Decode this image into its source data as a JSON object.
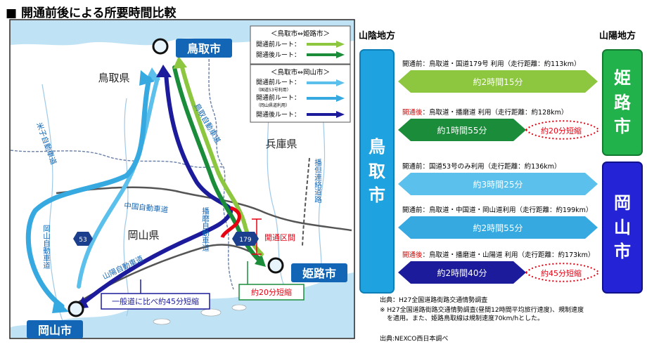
{
  "title": "■ 開通前後による所要時間比較",
  "map": {
    "city_tottori": "鳥取市",
    "city_himeji": "姫路市",
    "city_okayama": "岡山市",
    "pref_tottori": "鳥取県",
    "pref_hyogo": "兵庫県",
    "pref_okayama": "岡山県",
    "road_yonago": "米子自動車道",
    "road_okayama": "岡山自動車道",
    "road_chugoku": "中国自動車道",
    "road_sanyo": "山陽自動車道",
    "road_tottori": "鳥取自動車道",
    "road_harima": "播磨自動車道",
    "road_bantan": "播但連絡道路",
    "route_53": "53",
    "route_179": "179",
    "opening_section": "開通区間",
    "callout_himeji": "約20分短縮",
    "callout_okayama": "一般道に比べ約45分短縮"
  },
  "legend": {
    "header_himeji": "＜鳥取市⇔姫路市＞",
    "before": "開通前ルート：",
    "after": "開通後ルート：",
    "header_okayama": "＜鳥取市⇔岡山市＞",
    "note_r53": "（国道53号利用）",
    "note_expwy": "（岡山県道利用）"
  },
  "comparison": {
    "region_left": "山陰地方",
    "region_right": "山陽地方",
    "city_left": "鳥取市",
    "city_right_top": "姫路市",
    "city_right_bottom": "岡山市",
    "rows": [
      {
        "label_prefix": "開通前",
        "label": "：鳥取道・国道179号 利用（走行距離：約113km）",
        "time": "約2時間15分",
        "saving": ""
      },
      {
        "label_prefix": "開通後",
        "label": "：鳥取道・播磨道 利用（走行距離：約128km）",
        "time": "約1時間55分",
        "saving": "約20分短縮"
      },
      {
        "label_prefix": "開通前",
        "label": "：国道53号のみ利用（走行距離：約136km）",
        "time": "約3時間25分",
        "saving": ""
      },
      {
        "label_prefix": "開通前",
        "label": "：鳥取道・中国道・岡山道利用（走行距離：約199km）",
        "time": "約2時間55分",
        "saving": ""
      },
      {
        "label_prefix": "開通後",
        "label": "：鳥取道・播磨道・山陽道 利用（走行距離：約173km）",
        "time": "約2時間40分",
        "saving": "約45分短縮"
      }
    ]
  },
  "footnotes": {
    "source1": "出典：H27全国道路街路交通情勢調査",
    "note": "※ H27全国道路街路交通情勢調査(昼間12時間平均旅行速度)、規制速度",
    "note2": "を適用。また、姫路鳥取線は規制速度70km/hとした。",
    "source2": "出典:NEXCO西日本調べ"
  },
  "colors": {
    "light_green": "#8dc63f",
    "green": "#1a8c3a",
    "light_blue": "#29abe2",
    "blue": "#0071bc",
    "navy": "#1b1b9c",
    "red": "#e60012"
  }
}
